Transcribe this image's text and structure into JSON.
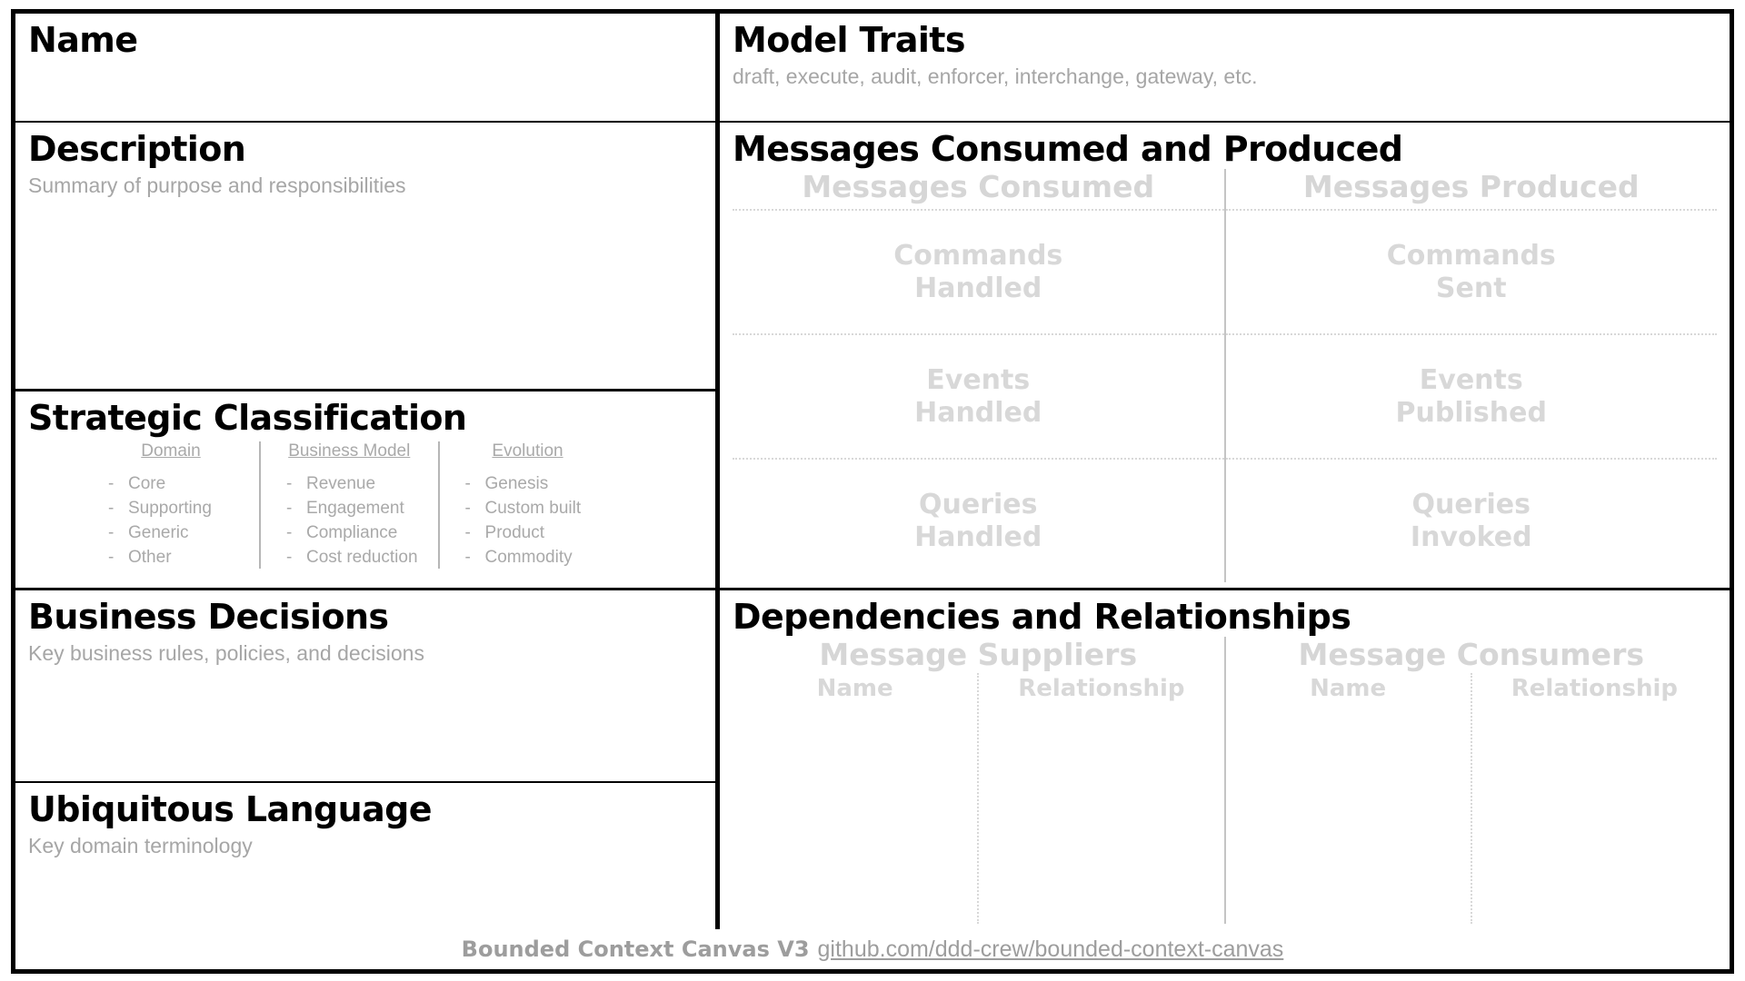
{
  "canvas": {
    "footer": {
      "title": "Bounded Context Canvas V3",
      "link": "github.com/ddd-crew/bounded-context-canvas"
    }
  },
  "left": {
    "name": {
      "title": "Name",
      "hint": ""
    },
    "description": {
      "title": "Description",
      "hint": "Summary of purpose and responsibilities"
    },
    "strategic_classification": {
      "title": "Strategic Classification",
      "columns": [
        {
          "heading": "Domain",
          "items": [
            "Core",
            "Supporting",
            "Generic",
            "Other"
          ]
        },
        {
          "heading": "Business Model",
          "items": [
            "Revenue",
            "Engagement",
            "Compliance",
            "Cost reduction"
          ]
        },
        {
          "heading": "Evolution",
          "items": [
            "Genesis",
            "Custom built",
            "Product",
            "Commodity"
          ]
        }
      ],
      "bullet": "-"
    },
    "business_decisions": {
      "title": "Business Decisions",
      "hint": "Key business rules, policies, and decisions"
    },
    "ubiquitous_language": {
      "title": "Ubiquitous Language",
      "hint": "Key domain terminology"
    }
  },
  "right": {
    "model_traits": {
      "title": "Model Traits",
      "hint": "draft, execute, audit, enforcer, interchange, gateway, etc."
    },
    "messages": {
      "title": "Messages Consumed and Produced",
      "consumed": {
        "heading": "Messages Consumed",
        "rows": [
          "Commands\nHandled",
          "Events\nHandled",
          "Queries\nHandled"
        ]
      },
      "produced": {
        "heading": "Messages Produced",
        "rows": [
          "Commands\nSent",
          "Events\nPublished",
          "Queries\nInvoked"
        ]
      }
    },
    "dependencies": {
      "title": "Dependencies and Relationships",
      "suppliers": {
        "heading": "Message Suppliers",
        "columns": [
          "Name",
          "Relationship"
        ]
      },
      "consumers": {
        "heading": "Message Consumers",
        "columns": [
          "Name",
          "Relationship"
        ]
      }
    }
  },
  "colors": {
    "frame": "#000000",
    "hint_gray": "#a6a6a6",
    "placeholder_gray": "#d6d6d6",
    "list_gray": "#a9a9a9",
    "footer_gray": "#9d9d9d"
  }
}
